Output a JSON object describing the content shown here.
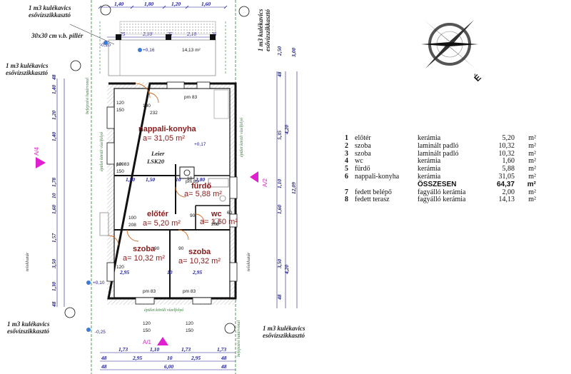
{
  "notes": {
    "gravel_top_left": "1 m3 kulékavics\nesővízszikkasztó",
    "pillar": "30x30 cm v.b. pillér",
    "gravel_left_mid": "1 m3 kulékavics\nesővízszikkasztó",
    "gravel_bottom_left": "1 m3 kulékavics\nesővízszikkasztó",
    "gravel_bottom_right": "1 m3 kulékavics\nesővízszikkasztó",
    "gravel_top_right": "1 m3 kulékavics\nesővízszikkasztó"
  },
  "rooms": {
    "living": {
      "name": "nappali-konyha",
      "area": "a= 31,05 m²"
    },
    "bath": {
      "name": "fürdő",
      "area": "a= 5,88 m²"
    },
    "hall": {
      "name": "előtér",
      "area": "a= 5,20 m²"
    },
    "wc": {
      "name": "wc",
      "area": "a= 1,60 m²"
    },
    "room1": {
      "name": "szoba",
      "area": "a= 10,32 m²"
    },
    "room2": {
      "name": "szoba",
      "area": "a= 10,32 m²"
    },
    "terrace_area": "14,13 m²"
  },
  "labels": {
    "chimney": "Leier\nLSK20",
    "lvl_terrace": "+0,16",
    "lvl_terrace2": "-0,20",
    "lvl_main": "+0,17",
    "lvl_bottom_left": "+0,10",
    "lvl_bottom": "-0,25",
    "section_a1": "A/1",
    "section_a2": "A/2",
    "section_a4": "A/4",
    "pm_labels": [
      "pm 83",
      "pm 83",
      "pm 83",
      "pm 83",
      "pm 83"
    ],
    "telekhatar": "telekhatár",
    "foldjelolt_left": "épület körüli vízelfolyó",
    "foldjelolt_right": "épület körüli vízelfolyó",
    "fold_bottom": "épület körüli vízelfolyó",
    "hatarvonal": "befejezési határvonal"
  },
  "dims_top": [
    "1,40",
    "1,80",
    "1,20",
    "1,60"
  ],
  "dims_top2": [
    "25",
    "2,10",
    "25",
    "2,10",
    "25"
  ],
  "dims_bottom1": [
    "1,73",
    "1,10",
    "1,73",
    "1,73"
  ],
  "dims_bottom2": [
    "2,95",
    "10",
    "2,95"
  ],
  "dims_bottom3": [
    "6,00"
  ],
  "dims_left": [
    "48",
    "1,40",
    "1,20",
    "1,40",
    "1,78",
    "10",
    "1,60",
    "1,57",
    "3,50",
    "1,30",
    "48"
  ],
  "dims_right": [
    "48",
    "2,50",
    "3,00",
    "5,35",
    "4,20",
    "12,09",
    "1,10",
    "1,60",
    "4,20",
    "3,50",
    "48"
  ],
  "north": {
    "label": "É"
  },
  "legend": {
    "rows": [
      {
        "n": "1",
        "room": "előtér",
        "mat": "kerámia",
        "area": "5,20",
        "unit": "m²"
      },
      {
        "n": "2",
        "room": "szoba",
        "mat": "laminált padló",
        "area": "10,32",
        "unit": "m²"
      },
      {
        "n": "3",
        "room": "szoba",
        "mat": "laminált padló",
        "area": "10,32",
        "unit": "m²"
      },
      {
        "n": "4",
        "room": "wc",
        "mat": "kerámia",
        "area": "1,60",
        "unit": "m²"
      },
      {
        "n": "5",
        "room": "fürdő",
        "mat": "kerámia",
        "area": "5,88",
        "unit": "m²"
      },
      {
        "n": "6",
        "room": "nappali-konyha",
        "mat": "kerámia",
        "area": "31,05",
        "unit": "m²"
      }
    ],
    "total": {
      "label": "ÖSSZESEN",
      "area": "64,37",
      "unit": "m²"
    },
    "extra": [
      {
        "n": "7",
        "room": "fedett belépő",
        "mat": "fagyálló kerámia",
        "area": "2,00",
        "unit": "m²"
      },
      {
        "n": "8",
        "room": "fedett terasz",
        "mat": "fagyálló kerámia",
        "area": "14,13",
        "unit": "m²"
      }
    ]
  },
  "colors": {
    "wall": "#111111",
    "dim": "#1a1a8c",
    "room": "#8b1a1a",
    "marker": "#e020d0",
    "green": "#2e7d32",
    "hatch": "#9a9a9a"
  }
}
